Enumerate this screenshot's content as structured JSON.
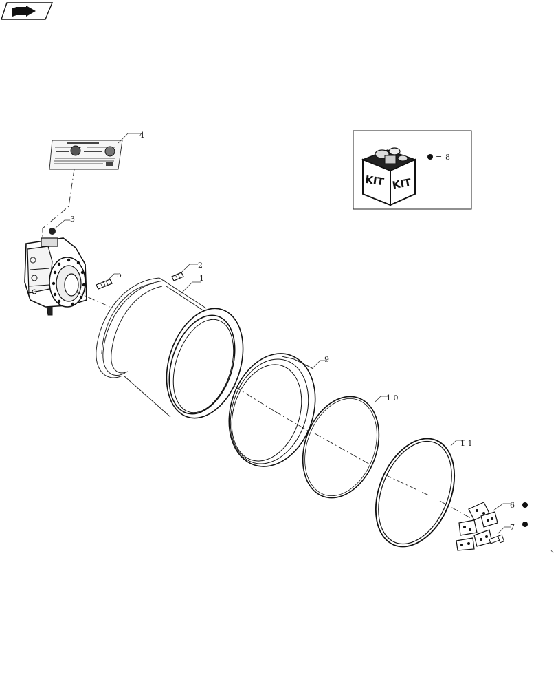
{
  "callouts": [
    {
      "id": "1",
      "label": "1"
    },
    {
      "id": "2",
      "label": "2"
    },
    {
      "id": "3",
      "label": "3"
    },
    {
      "id": "4",
      "label": "4"
    },
    {
      "id": "5",
      "label": "5"
    },
    {
      "id": "6",
      "label": "6"
    },
    {
      "id": "7",
      "label": "7"
    },
    {
      "id": "8",
      "label": "8"
    },
    {
      "id": "9",
      "label": "9"
    },
    {
      "id": "10",
      "label": "1 0"
    },
    {
      "id": "11",
      "label": "1 1"
    }
  ],
  "kit": {
    "word_left": "KIT",
    "word_right": "KIT",
    "equals": "="
  }
}
